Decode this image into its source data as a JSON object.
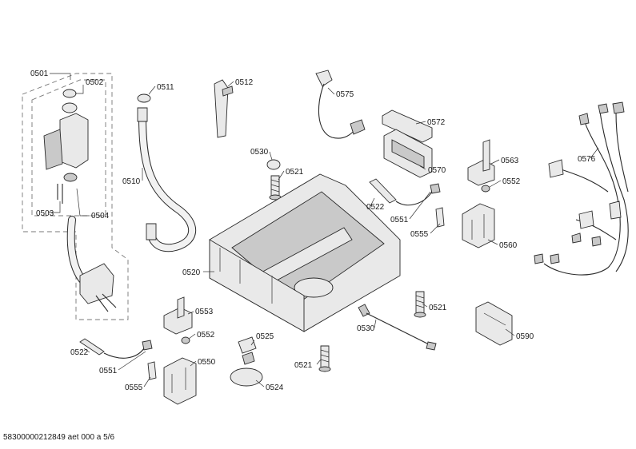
{
  "labels": {
    "l0501": "0501",
    "l0502": "0502",
    "l0503": "0503",
    "l0504": "0504",
    "l0511": "0511",
    "l0510": "0510",
    "l0512": "0512",
    "l0575": "0575",
    "l0572": "0572",
    "l0570": "0570",
    "l0530a": "0530",
    "l0521a": "0521",
    "l0522a": "0522",
    "l0551a": "0551",
    "l0555a": "0555",
    "l0563": "0563",
    "l0552a": "0552",
    "l0560": "0560",
    "l0576": "0576",
    "l0520": "0520",
    "l0521b": "0521",
    "l0530b": "0530",
    "l0590": "0590",
    "l0553": "0553",
    "l0552b": "0552",
    "l0550": "0550",
    "l0525": "0525",
    "l0524": "0524",
    "l0521c": "0521",
    "l0522b": "0522",
    "l0551b": "0551",
    "l0555b": "0555"
  },
  "footer": {
    "doc_id": "58300000212849 aet 000 a 5/6"
  }
}
